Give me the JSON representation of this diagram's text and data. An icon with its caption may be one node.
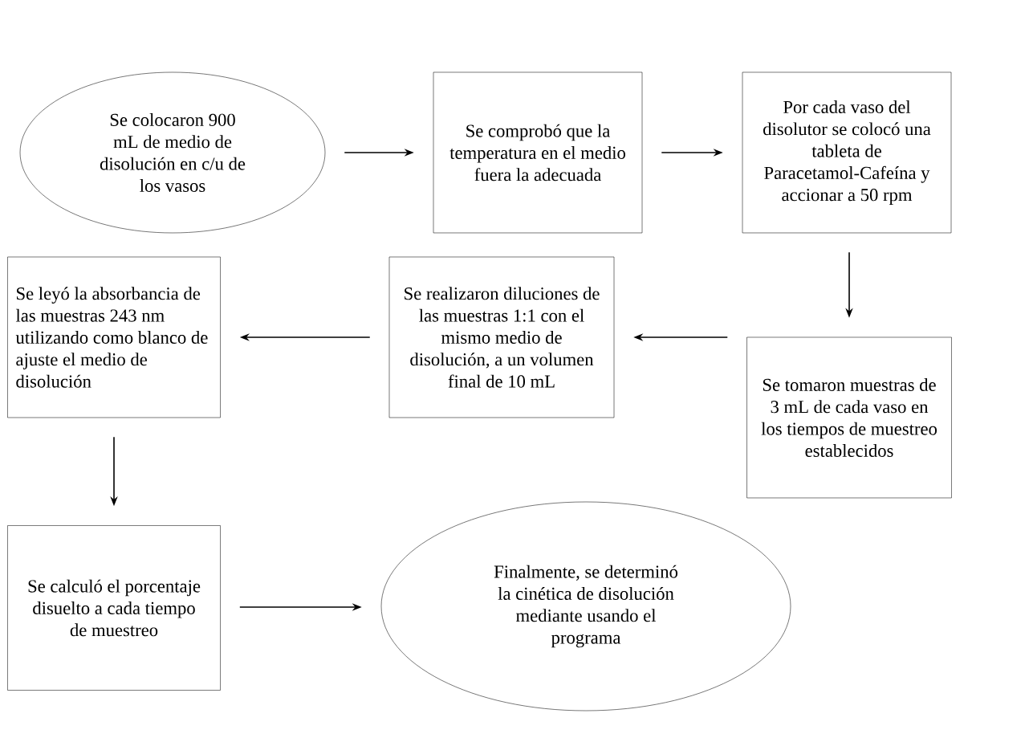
{
  "diagram": {
    "nodes": [
      {
        "text": [
          "Se colocaron 900 mL de medio de disolución en c/u de los vasos"
        ]
      },
      {
        "text": [
          "Se comprobó que la temperatura en el medio fuera la adecuada"
        ]
      },
      {
        "text": [
          "Por cada vaso del disolutor se colocó una tableta de Paracetamol-Cafeína y accionar a 50 rpm"
        ]
      },
      {
        "text": [
          "Se tomaron muestras de 3 mL de cada vaso en los tiempos de muestreo establecidos"
        ]
      },
      {
        "text": [
          "Se realizaron diluciones de las muestras 1:1 con el mismo medio de disolución, a un volumen final de 10 mL"
        ]
      },
      {
        "text": [
          "Se leyó la absorbancia de las muestras 243 nm utilizando como blanco de ajuste el medio de disolución"
        ]
      },
      {
        "text": [
          "Se calculó el porcentaje disuelto a cada tiempo de muestreo"
        ]
      },
      {
        "text": [
          "Finalmente, se determinó la cinética de disolución mediante usando el programa"
        ]
      }
    ],
    "edges": [
      {
        "from": 0,
        "to": 1,
        "arrow": "to"
      },
      {
        "from": 1,
        "to": 2,
        "arrow": "to"
      },
      {
        "from": 2,
        "to": 3,
        "arrow": "to"
      },
      {
        "from": 3,
        "to": 4,
        "arrow": "to"
      },
      {
        "from": 4,
        "to": 5,
        "arrow": "to"
      },
      {
        "from": 5,
        "to": 6,
        "arrow": "to"
      },
      {
        "from": 6,
        "to": 7,
        "arrow": "to"
      }
    ]
  }
}
